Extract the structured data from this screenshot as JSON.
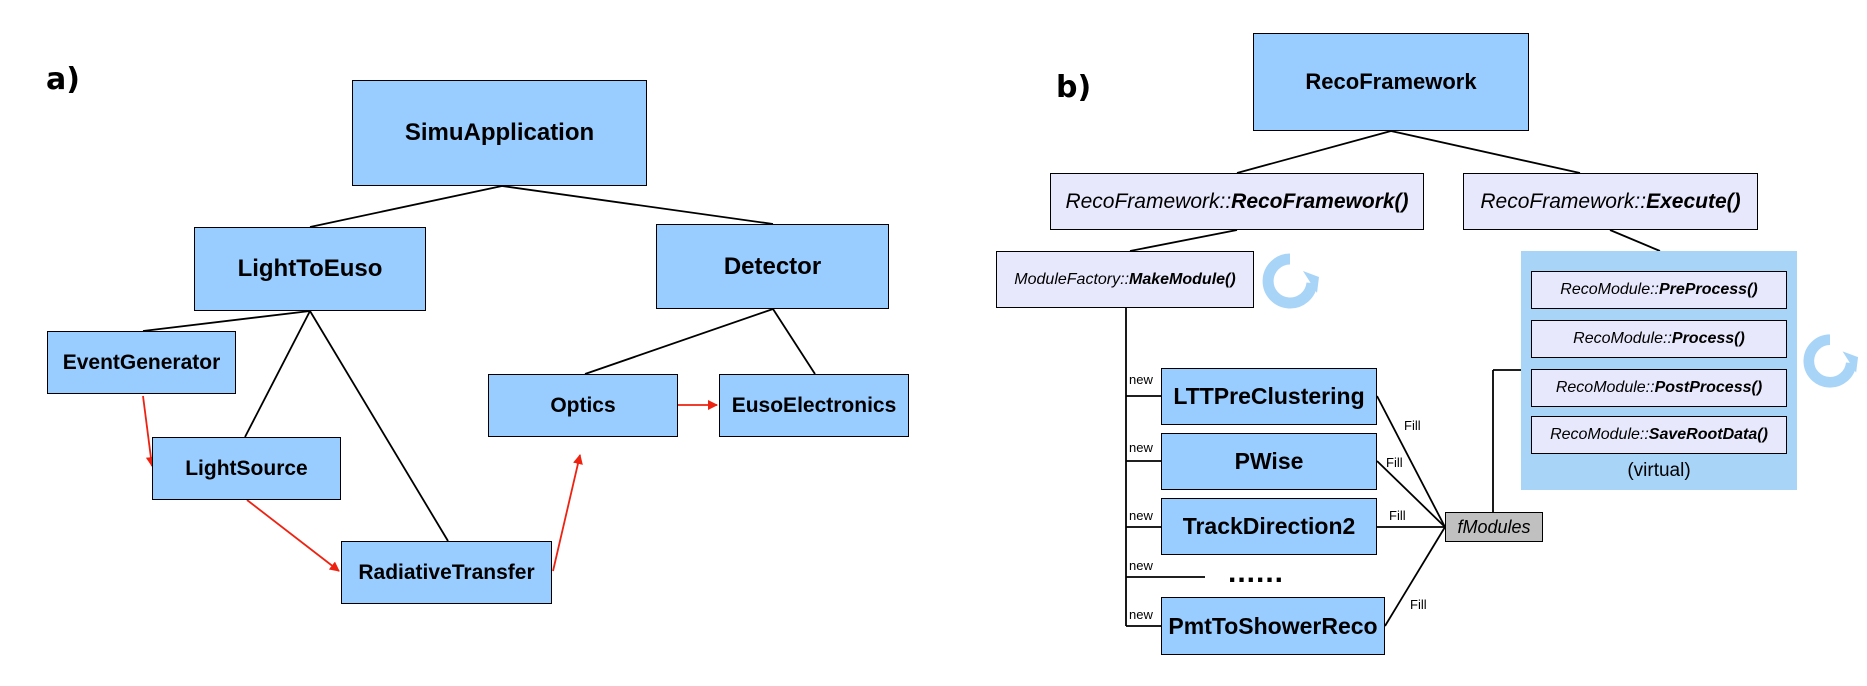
{
  "panel_a": {
    "label": "a)",
    "nodes": {
      "simu_application": "SimuApplication",
      "light_to_euso": "LightToEuso",
      "detector": "Detector",
      "event_generator": "EventGenerator",
      "light_source": "LightSource",
      "radiative_transfer": "RadiativeTransfer",
      "optics": "Optics",
      "euso_electronics": "EusoElectronics"
    }
  },
  "panel_b": {
    "label": "b)",
    "nodes": {
      "reco_framework": "RecoFramework",
      "ctor_prefix": "RecoFramework::",
      "ctor_name": "RecoFramework()",
      "execute_prefix": "RecoFramework::",
      "execute_name": "Execute()",
      "make_module_prefix": "ModuleFactory::",
      "make_module_name": "MakeModule()",
      "ltt_pre_clustering": "LTTPreClustering",
      "pwise": "PWise",
      "track_direction2": "TrackDirection2",
      "ellipsis": "......",
      "pmt_to_shower_reco": "PmtToShowerReco",
      "f_modules": "fModules"
    },
    "virtual_methods": [
      {
        "prefix": "RecoModule::",
        "name": "PreProcess()"
      },
      {
        "prefix": "RecoModule::",
        "name": "Process()"
      },
      {
        "prefix": "RecoModule::",
        "name": "PostProcess()"
      },
      {
        "prefix": "RecoModule::",
        "name": "SaveRootData()"
      }
    ],
    "virtual_label": "(virtual)",
    "new_labels": [
      "new",
      "new",
      "new",
      "new",
      "new"
    ],
    "fill_labels": [
      "Fill",
      "Fill",
      "Fill",
      "Fill"
    ]
  },
  "colors": {
    "box_fill": "#99ccff",
    "method_fill": "#e8e8fc",
    "virtual_group_fill": "#a8d4f8",
    "arrow_red": "#ee2211",
    "fmodules_fill": "#c0c0c0",
    "refresh_icon": "#a8d4f8"
  },
  "icons": [
    "refresh-icon",
    "refresh-icon"
  ]
}
